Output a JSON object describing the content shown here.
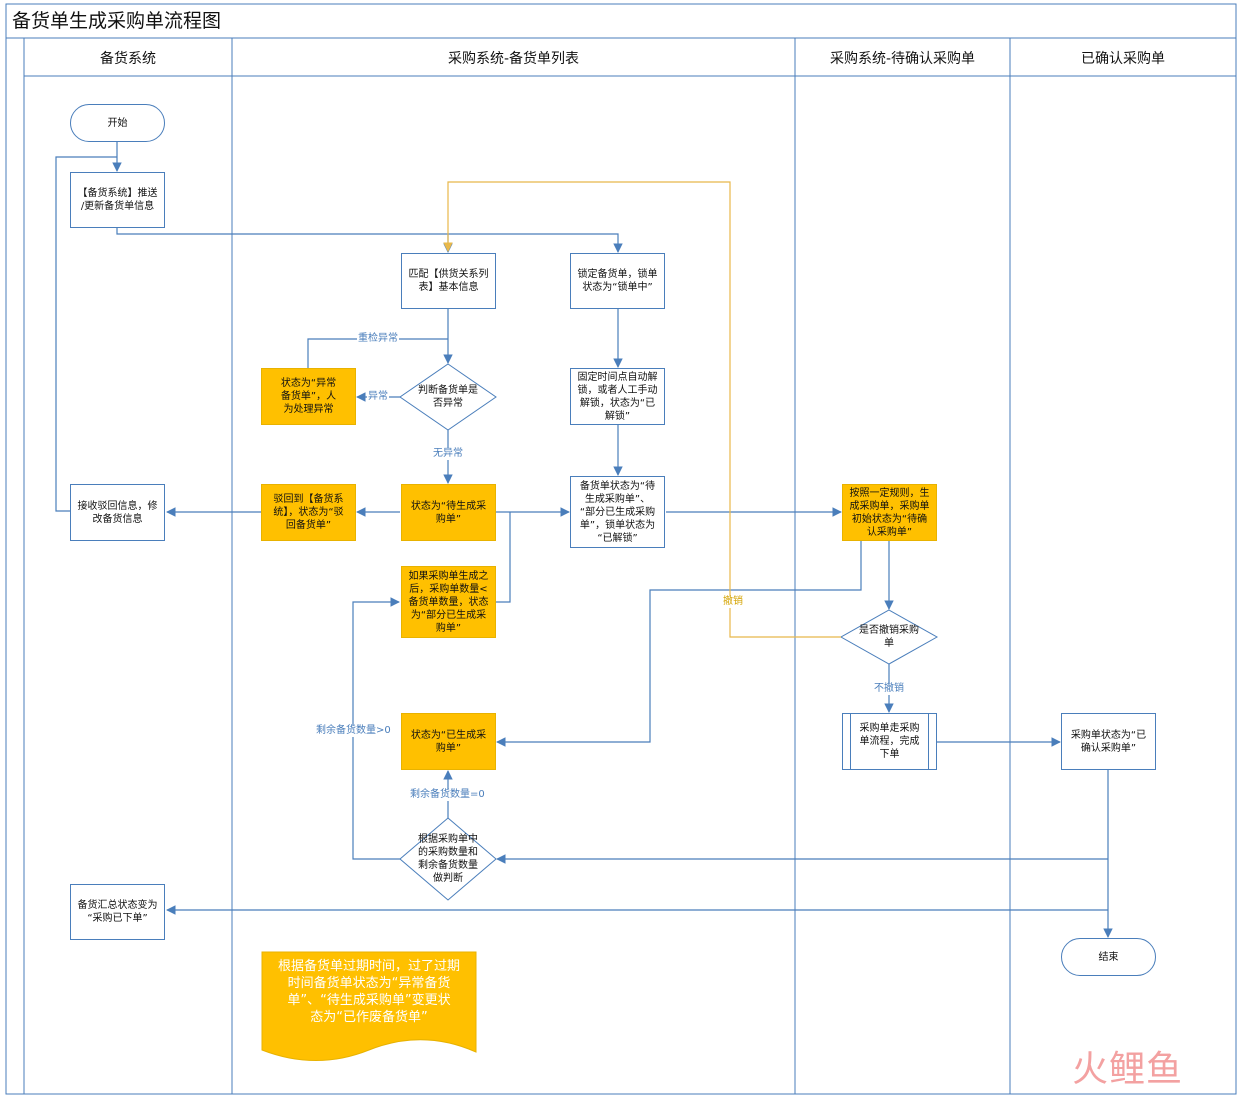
{
  "title": "备货单生成采购单流程图",
  "lanes": [
    {
      "label": "备货系统"
    },
    {
      "label": "采购系统-备货单列表"
    },
    {
      "label": "采购系统-待确认采购单"
    },
    {
      "label": "已确认采购单"
    }
  ],
  "nodes": {
    "start": "开始",
    "push": "【备货系统】推送\n/更新备货单信息",
    "match": "匹配【供货关系列\n表】基本信息",
    "lock": "锁定备货单，锁单\n状态为“锁单中”",
    "judge_abnormal": "判断备货单是\n否异常",
    "abnormal": "状态为“异常\n备货单”，人\n为处理异常",
    "unlock": "固定时间点自动解\n锁，或者人工手动\n解锁，状态为“已\n解锁”",
    "pending": "状态为“待生成采\n购单”",
    "reject": "驳回到【备货系\n统】，状态为“驳\n回备货单”",
    "receive_reject": "接收驳回信息，修\n改备货信息",
    "status_summary": "备货单状态为“待\n生成采购单”、\n“部分已生成采购\n单”，锁单状态为\n“已解锁”",
    "generate_po": "按照一定规则，生\n成采购单，采购单\n初始状态为“待确\n认采购单”",
    "partial": "如果采购单生成之\n后，采购单数量<\n备货单数量，状态\n为“部分已生成采\n购单”",
    "judge_cancel": "是否撤销采购\n单",
    "generated": "状态为“已生成采\n购单”",
    "po_flow": "采购单走采购\n单流程，完成\n下单",
    "confirmed": "采购单状态为“已\n确认采购单”",
    "judge_qty": "根据采购单中\n的采购数量和\n剩余备货数量\n做判断",
    "ordered": "备货汇总状态变为\n“采购已下单”",
    "end": "结束"
  },
  "edge_labels": {
    "recheck": "重检异常",
    "abnormal": "异常",
    "normal": "无异常",
    "cancel": "撤销",
    "not_cancel": "不撤销",
    "remaining_gt0": "剩余备货数量>0",
    "remaining_eq0": "剩余备货数量=0"
  },
  "note": "根据备货单过期时间，过了过期\n时间备货单状态为“异常备货\n单”、“待生成采购单”变更状\n态为“已作废备货单”",
  "watermark": "火鲤鱼",
  "colors": {
    "line": "#4a7ebb",
    "highlight": "#ffc000",
    "cancel_line": "#e8b84a"
  }
}
